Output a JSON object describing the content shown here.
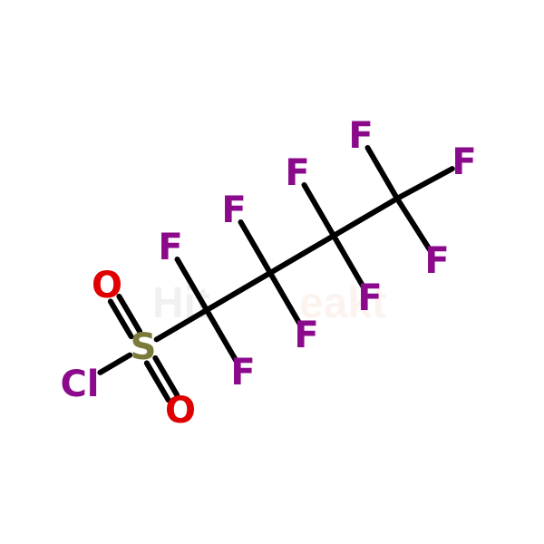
{
  "molecule": {
    "colors": {
      "F": "#8B0A8B",
      "S": "#7A7A3A",
      "O": "#E00000",
      "Cl": "#8B0A8B",
      "bond": "#000000"
    },
    "atoms": [
      {
        "id": "cl",
        "symbol": "Cl",
        "element": "Cl"
      },
      {
        "id": "s",
        "symbol": "S",
        "element": "S"
      },
      {
        "id": "o1",
        "symbol": "O",
        "element": "O"
      },
      {
        "id": "o2",
        "symbol": "O",
        "element": "O"
      },
      {
        "id": "c1",
        "symbol": "",
        "element": "C"
      },
      {
        "id": "c2",
        "symbol": "",
        "element": "C"
      },
      {
        "id": "c3",
        "symbol": "",
        "element": "C"
      },
      {
        "id": "c4",
        "symbol": "",
        "element": "C"
      },
      {
        "id": "f1a",
        "symbol": "F",
        "element": "F"
      },
      {
        "id": "f1b",
        "symbol": "F",
        "element": "F"
      },
      {
        "id": "f2a",
        "symbol": "F",
        "element": "F"
      },
      {
        "id": "f2b",
        "symbol": "F",
        "element": "F"
      },
      {
        "id": "f3a",
        "symbol": "F",
        "element": "F"
      },
      {
        "id": "f3b",
        "symbol": "F",
        "element": "F"
      },
      {
        "id": "f4a",
        "symbol": "F",
        "element": "F"
      },
      {
        "id": "f4b",
        "symbol": "F",
        "element": "F"
      },
      {
        "id": "f4c",
        "symbol": "F",
        "element": "F"
      }
    ],
    "bonds": [
      {
        "from": "s",
        "to": "cl",
        "order": 1
      },
      {
        "from": "s",
        "to": "o1",
        "order": 2
      },
      {
        "from": "s",
        "to": "o2",
        "order": 2
      },
      {
        "from": "s",
        "to": "c1",
        "order": 1
      },
      {
        "from": "c1",
        "to": "c2",
        "order": 1
      },
      {
        "from": "c2",
        "to": "c3",
        "order": 1
      },
      {
        "from": "c3",
        "to": "c4",
        "order": 1
      },
      {
        "from": "c1",
        "to": "f1a",
        "order": 1
      },
      {
        "from": "c1",
        "to": "f1b",
        "order": 1
      },
      {
        "from": "c2",
        "to": "f2a",
        "order": 1
      },
      {
        "from": "c2",
        "to": "f2b",
        "order": 1
      },
      {
        "from": "c3",
        "to": "f3a",
        "order": 1
      },
      {
        "from": "c3",
        "to": "f3b",
        "order": 1
      },
      {
        "from": "c4",
        "to": "f4a",
        "order": 1
      },
      {
        "from": "c4",
        "to": "f4b",
        "order": 1
      },
      {
        "from": "c4",
        "to": "f4c",
        "order": 1
      }
    ]
  },
  "watermark": {
    "text_left": "Hit",
    "text_right": "eakt"
  }
}
